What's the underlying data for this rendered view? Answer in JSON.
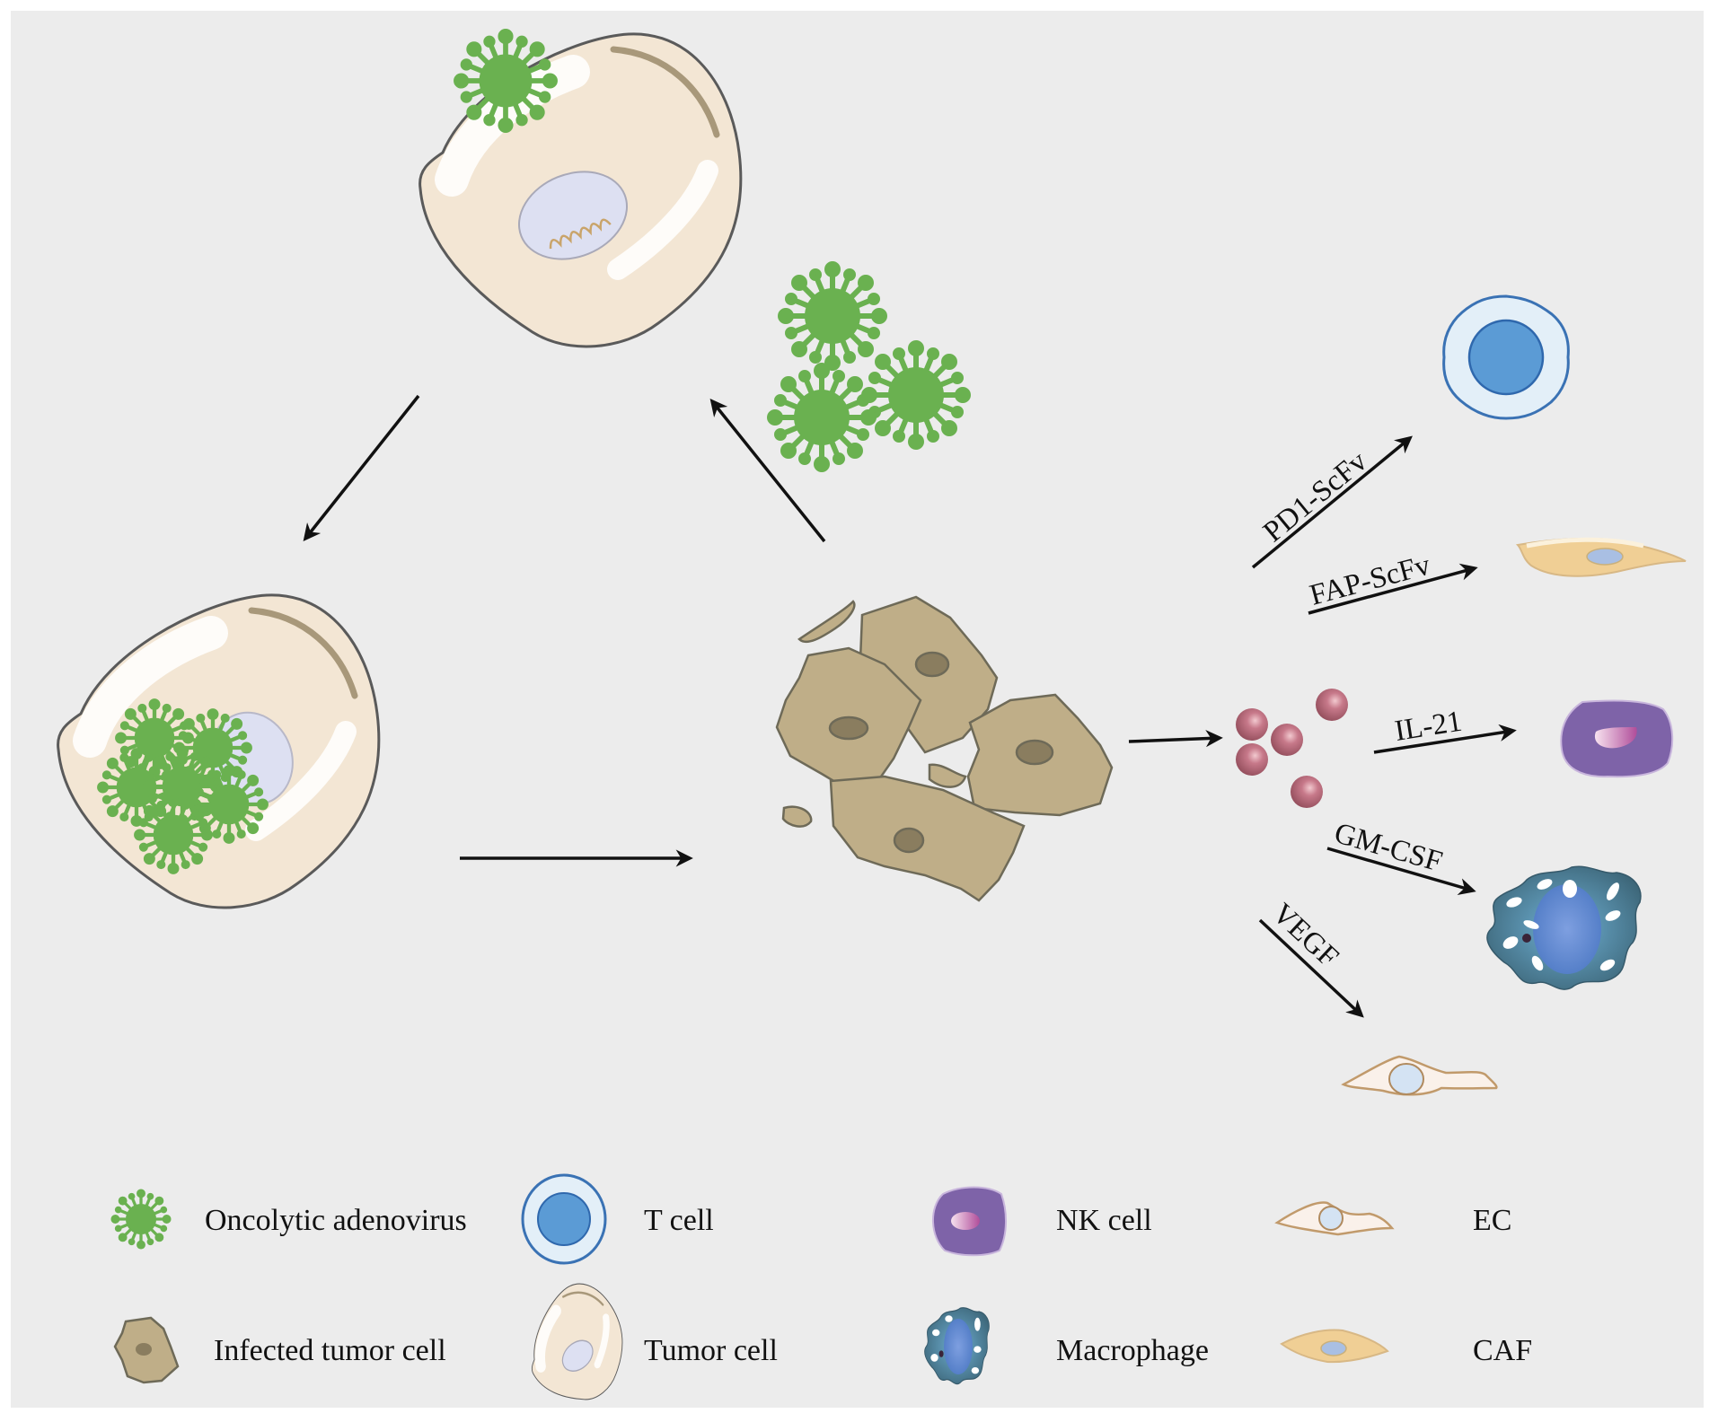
{
  "figure": {
    "type": "schematic",
    "topic": "oncolytic adenovirus life cycle and armed payload effects"
  },
  "cycle_steps": [
    {
      "id": "tumor-cell-virus-entry",
      "description": "Oncolytic adenovirus binds tumor cell"
    },
    {
      "id": "infected-tumor-cell",
      "description": "Virus replicates inside tumor cell"
    },
    {
      "id": "lysed-tumor-cells",
      "description": "Infected tumor cells lyse"
    },
    {
      "id": "released-viruses",
      "description": "Progeny viruses released"
    }
  ],
  "payloads": [
    {
      "label": "PD1-ScFv",
      "target": "T cell"
    },
    {
      "label": "FAP-ScFv",
      "target": "CAF"
    },
    {
      "label": "IL-21",
      "target": "NK cell"
    },
    {
      "label": "GM-CSF",
      "target": "Macrophage"
    },
    {
      "label": "VEGF",
      "target": "EC"
    }
  ],
  "legend": [
    {
      "icon": "oncolytic-adenovirus-icon",
      "label": "Oncolytic adenovirus"
    },
    {
      "icon": "t-cell-icon",
      "label": "T cell"
    },
    {
      "icon": "nk-cell-icon",
      "label": "NK cell"
    },
    {
      "icon": "ec-icon",
      "label": "EC"
    },
    {
      "icon": "infected-tumor-cell-icon",
      "label": "Infected tumor cell"
    },
    {
      "icon": "tumor-cell-icon",
      "label": "Tumor cell"
    },
    {
      "icon": "macrophage-icon",
      "label": "Macrophage"
    },
    {
      "icon": "caf-icon",
      "label": "CAF"
    }
  ],
  "colors": {
    "background": "#ececec",
    "virus": "#6ab150",
    "tumor_cell": "#f3e6d4",
    "infected_cell": "#bfae88",
    "t_cell": "#5b9bd5",
    "nk_cell": "#7e63a8",
    "macrophage": "#4f7c95",
    "cytokine": "#b5606e",
    "ec_outline": "#c19a6b",
    "caf": "#f0cf95"
  }
}
